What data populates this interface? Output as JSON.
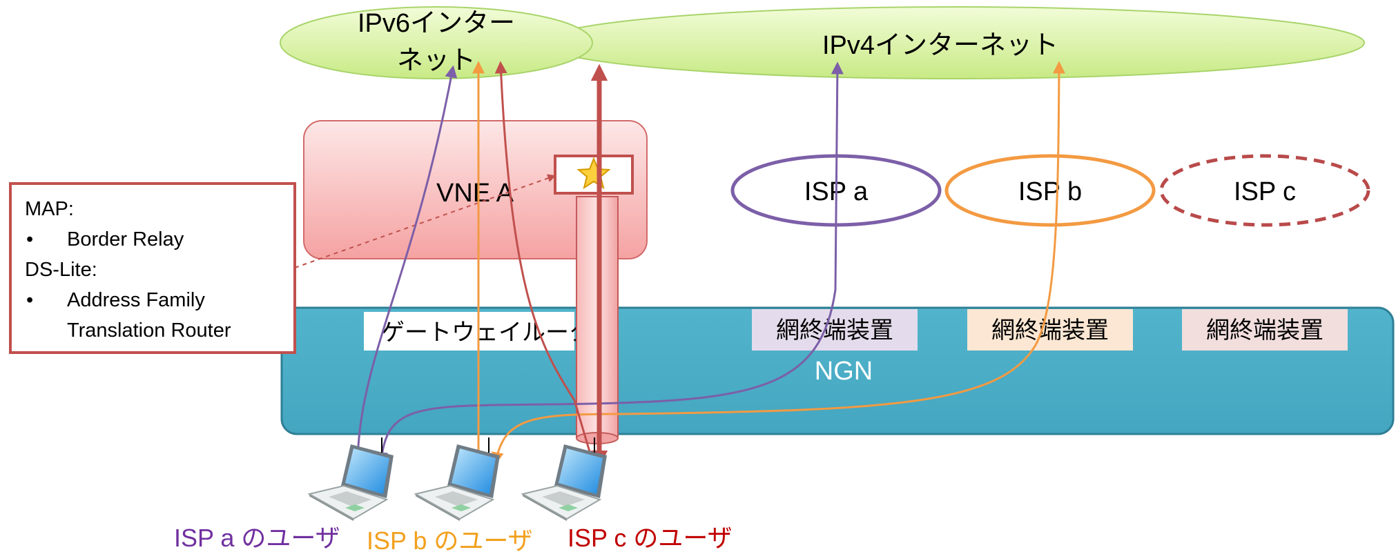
{
  "clouds": {
    "ipv6": {
      "line1": "IPv6インター",
      "line2": "ネット"
    },
    "ipv4": {
      "label": "IPv4インターネット"
    }
  },
  "vne": {
    "label": "VNE A"
  },
  "callout": {
    "line1": "MAP:",
    "line2": "Border Relay",
    "line3": "DS-Lite:",
    "line4": "Address Family",
    "line5": "Translation Router",
    "bullet": "•"
  },
  "isps": [
    {
      "label": "ISP a",
      "color": "#7c5fa8"
    },
    {
      "label": "ISP b",
      "color": "#f39a42"
    },
    {
      "label": "ISP c",
      "color": "#b94a4a"
    }
  ],
  "ngn": {
    "label": "NGN",
    "gateway_label": "ゲートウェイルータ",
    "terminal_label": "網終端装置"
  },
  "users": [
    {
      "label": "ISP a のユーザ",
      "color": "#7030a0"
    },
    {
      "label": "ISP b のユーザ",
      "color": "#f2a01e"
    },
    {
      "label": "ISP c のユーザ",
      "color": "#c00000"
    }
  ],
  "colors": {
    "purple": "#7c5fa8",
    "orange": "#f39a42",
    "red": "#c0504d",
    "ngn_fill": "#4aacc5",
    "cloud_fill": "#d5f09a"
  }
}
